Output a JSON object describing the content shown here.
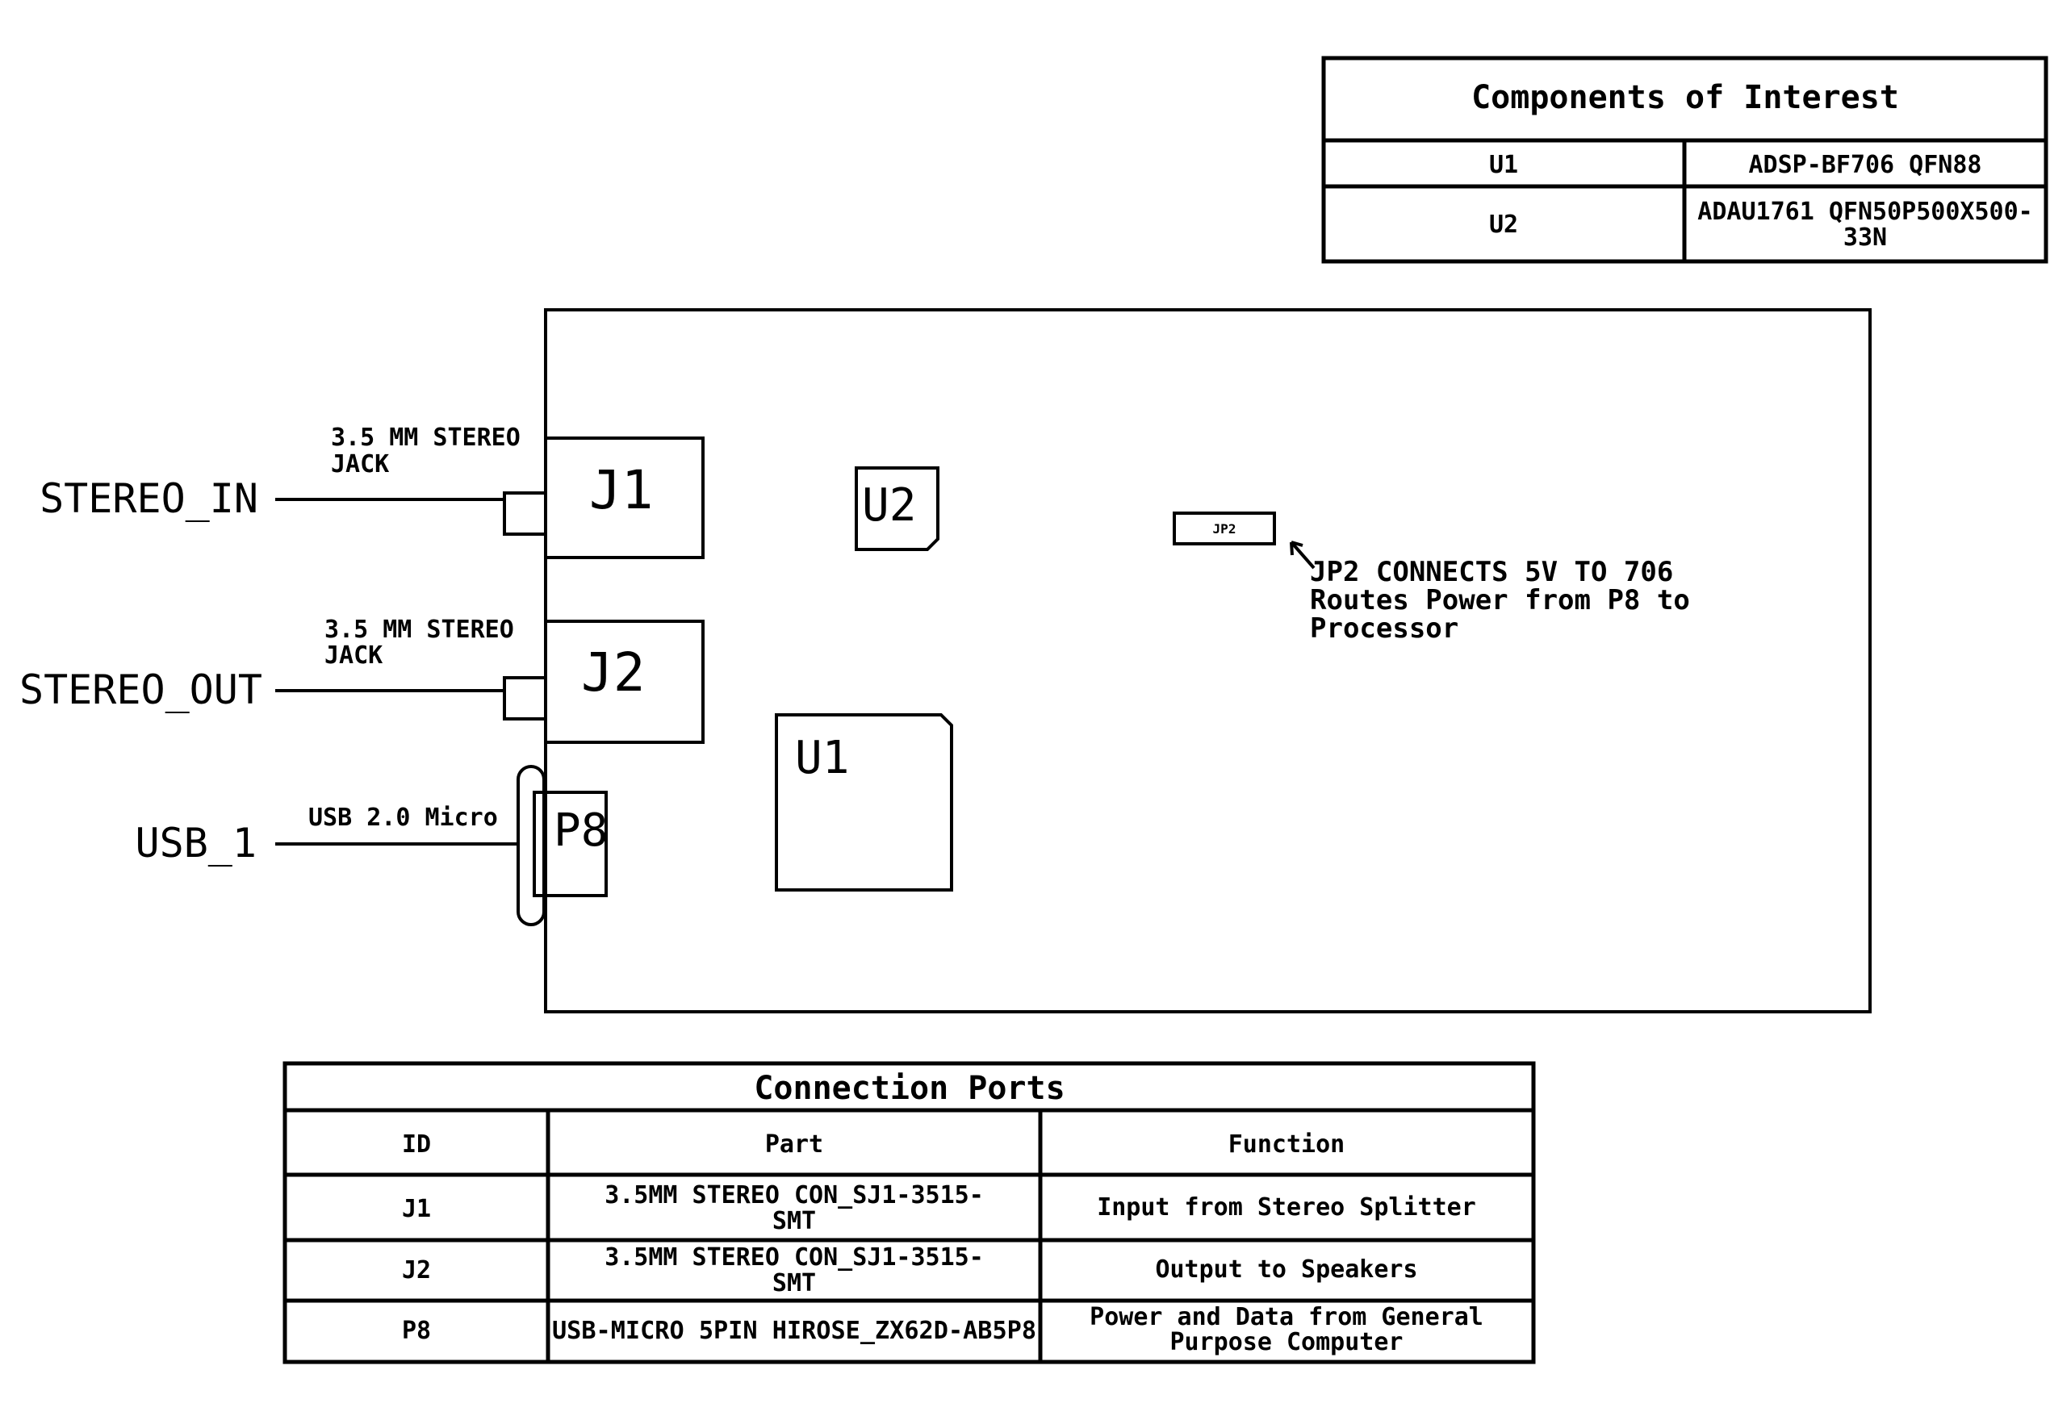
{
  "signals": {
    "stereo_in": "STEREO_IN",
    "stereo_out": "STEREO_OUT",
    "usb": "USB_1"
  },
  "connector_labels": {
    "j1_line1": "3.5 MM STEREO",
    "j1_line2": "JACK",
    "j2_line1": "3.5 MM STEREO",
    "j2_line2": "JACK",
    "p8": "USB 2.0 Micro"
  },
  "refdes": {
    "j1": "J1",
    "j2": "J2",
    "p8": "P8",
    "u1": "U1",
    "u2": "U2",
    "jp2": "JP2"
  },
  "jp2_note": {
    "line1": "JP2 CONNECTS 5V TO 706",
    "line2": "Routes Power from P8 to",
    "line3": "Processor"
  },
  "components_table": {
    "title": "Components of Interest",
    "rows": [
      {
        "id": "U1",
        "part": "ADSP-BF706 QFN88",
        "part2": ""
      },
      {
        "id": "U2",
        "part": "ADAU1761 QFN50P500X500-",
        "part2": "33N"
      }
    ]
  },
  "ports_table": {
    "title": "Connection Ports",
    "headers": {
      "id": "ID",
      "part": "Part",
      "function": "Function"
    },
    "rows": [
      {
        "id": "J1",
        "part": "3.5MM STEREO CON_SJ1-3515-",
        "part2": "SMT",
        "function": "Input from Stereo Splitter",
        "function2": ""
      },
      {
        "id": "J2",
        "part": "3.5MM STEREO CON_SJ1-3515-",
        "part2": "SMT",
        "function": "Output to Speakers",
        "function2": ""
      },
      {
        "id": "P8",
        "part": "USB-MICRO 5PIN HIROSE_ZX62D-AB5P8",
        "part2": "",
        "function": "Power and Data from General",
        "function2": "Purpose Computer"
      }
    ]
  },
  "colors": {
    "line": "#000000",
    "background": "#ffffff"
  }
}
